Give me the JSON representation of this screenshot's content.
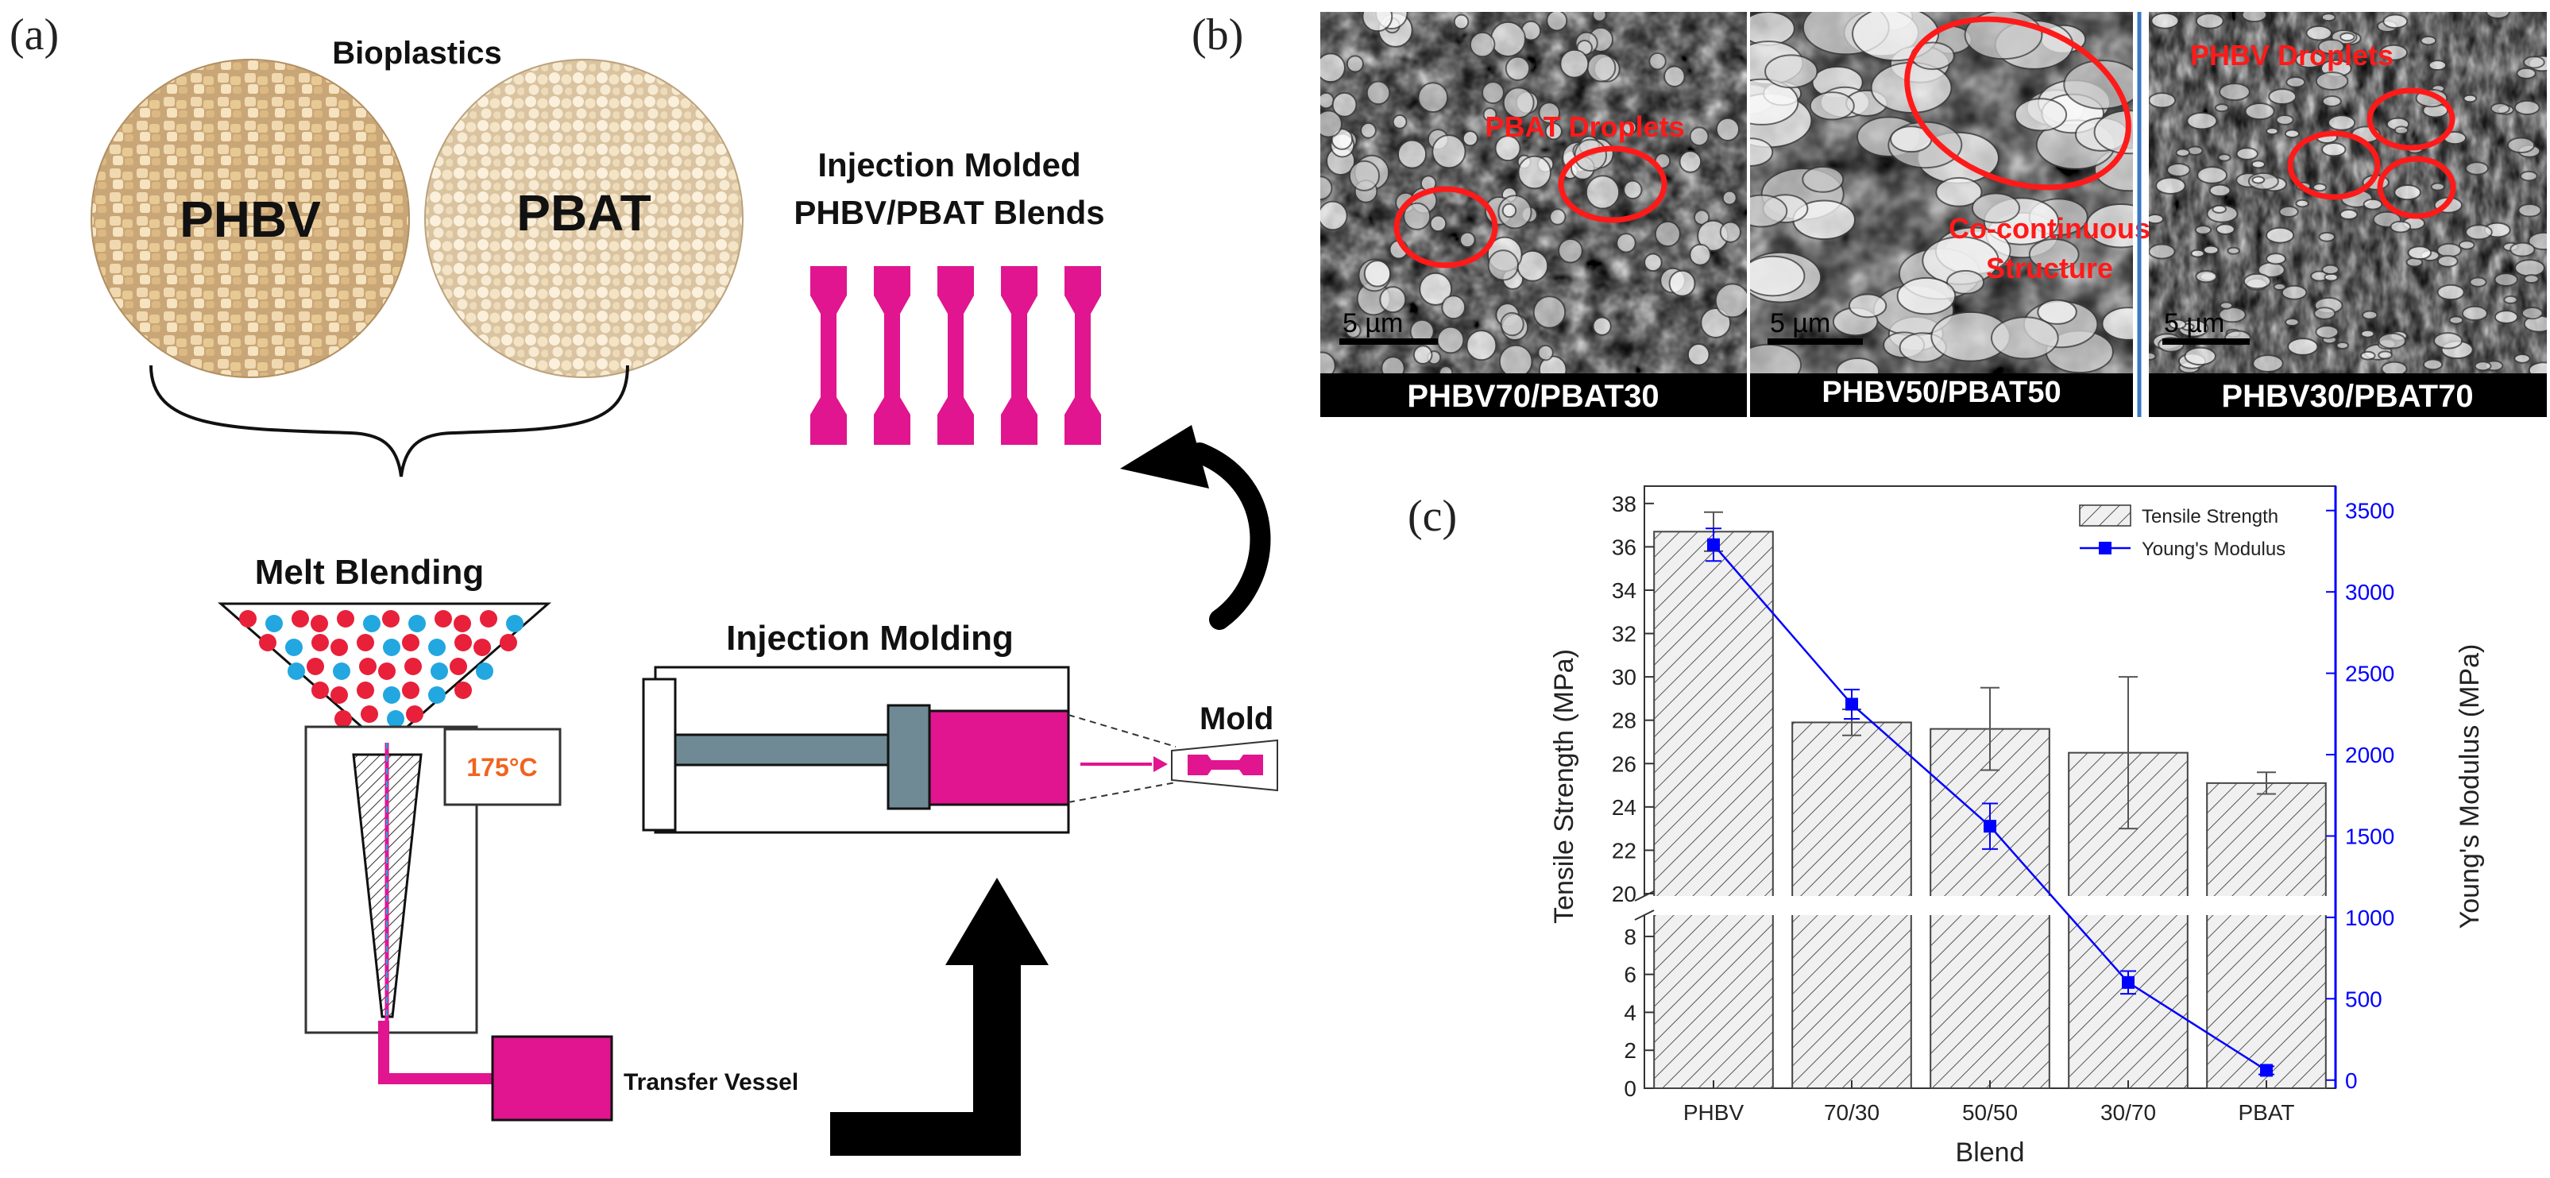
{
  "panel_a": {
    "label": "(a)",
    "bioplastics_title": "Bioplastics",
    "pellet_1": "PHBV",
    "pellet_2": "PBAT",
    "melt_blending": "Melt Blending",
    "temperature": "175°C",
    "injection_molding": "Injection Molding",
    "mold": "Mold",
    "molded_title_1": "Injection Molded",
    "molded_title_2": "PHBV/PBAT Blends",
    "transfer_vessel": "Transfer Vessel",
    "colors": {
      "magenta": "#e0158f",
      "pellet_red": "#e8203a",
      "pellet_blue": "#22a7e0",
      "piston": "#6f8a94"
    }
  },
  "panel_b": {
    "label": "(b)",
    "micrographs": [
      {
        "caption": "PHBV70/PBAT30",
        "annotation": "PBAT Droplets",
        "scale_bar": "5 µm"
      },
      {
        "caption": "PHBV50/PBAT50",
        "annotation_line1": "Co-continuous",
        "annotation_line2": "Structure",
        "scale_bar": "5 µm"
      },
      {
        "caption": "PHBV30/PBAT70",
        "annotation": "PHBV Droplets",
        "scale_bar": "5 µm"
      }
    ],
    "annotation_color": "#ff1a1a"
  },
  "panel_c": {
    "label": "(c)",
    "chart_data": {
      "type": "bar",
      "categories": [
        "PHBV",
        "70/30",
        "50/50",
        "30/70",
        "PBAT"
      ],
      "xlabel": "Blend",
      "ylabel": "Tensile Strength (MPa)",
      "y2label": "Young's Modulus (MPa)",
      "y_ticks": [
        "0",
        "2",
        "4",
        "6",
        "8",
        "20",
        "22",
        "24",
        "26",
        "28",
        "30",
        "32",
        "34",
        "36",
        "38"
      ],
      "y_axis_break": [
        9,
        20
      ],
      "y2_ticks": [
        "0",
        "500",
        "1000",
        "1500",
        "2000",
        "2500",
        "3000",
        "3500"
      ],
      "y2lim": [
        -50,
        3650
      ],
      "series": [
        {
          "name": "Tensile Strength",
          "type": "bar",
          "values": [
            36.7,
            27.9,
            27.6,
            26.5,
            25.1
          ],
          "errors": [
            0.9,
            0.6,
            1.9,
            3.5,
            0.5
          ]
        },
        {
          "name": "Young's Modulus",
          "type": "line",
          "values": [
            3290,
            2310,
            1560,
            600,
            60
          ],
          "errors": [
            100,
            90,
            140,
            70,
            25
          ],
          "color": "#0000ff"
        }
      ],
      "legend": "top-right"
    }
  }
}
